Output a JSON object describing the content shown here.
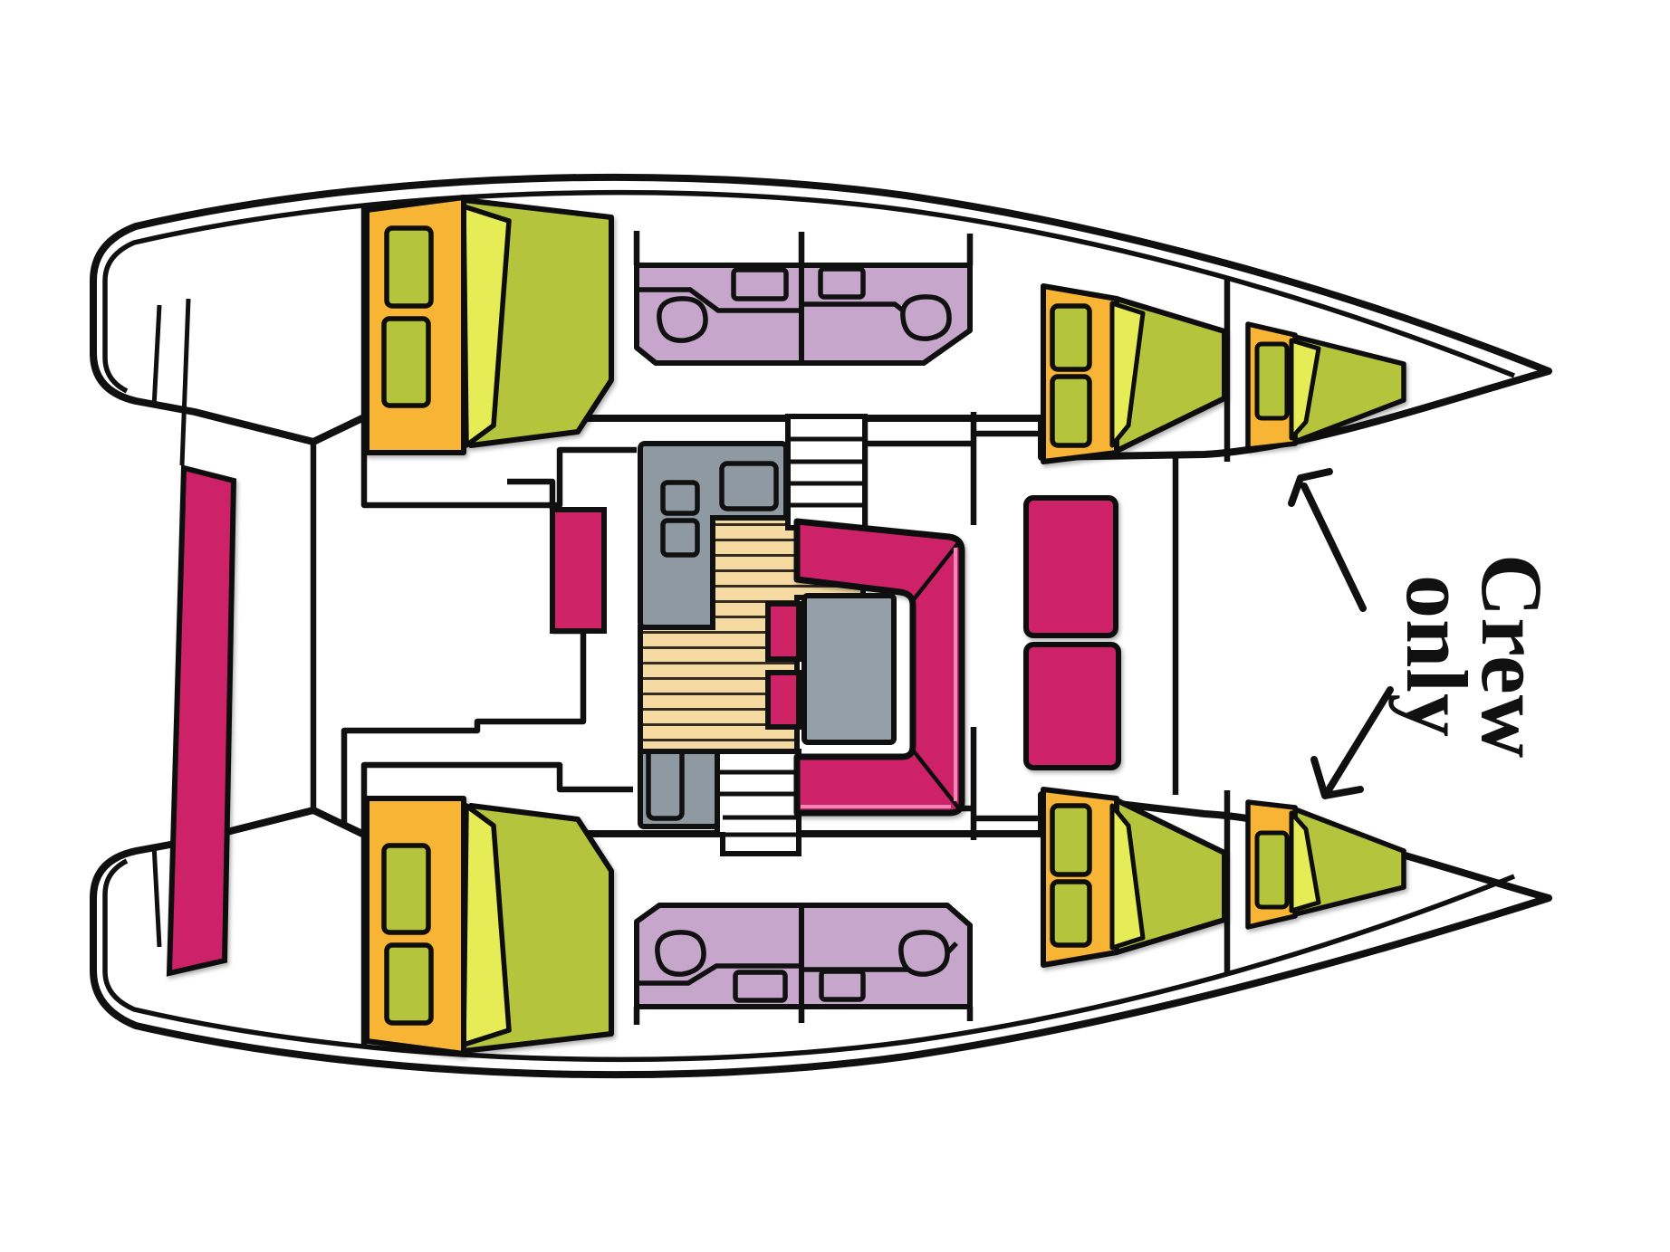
{
  "diagram": {
    "type": "boat-floor-plan",
    "subject": "catamaran deck and cabin layout, bows pointing right",
    "annotation": {
      "line1": "Crew",
      "line2": "only"
    }
  },
  "colors": {
    "line": "#101010",
    "hull_fill": "#ffffff",
    "bed_green": "#b5c43c",
    "blanket_fold": "#e6ec55",
    "headboard_yellow": "#f7b435",
    "bathroom_purple": "#c7a6cc",
    "upholstery_pink": "#ce2467",
    "upholstery_pink_light": "#ef86b5",
    "counter_gray": "#8e99a2",
    "table_gray": "#949fa8",
    "floor_tan": "#f5dba2",
    "floor_plank_line": "#342b22"
  },
  "rooms": [
    "aft-port-cabin",
    "aft-starboard-cabin",
    "port-bathroom",
    "starboard-bathroom",
    "forward-port-cabin",
    "forward-starboard-cabin",
    "port-crew-berth",
    "starboard-crew-berth",
    "saloon",
    "galley",
    "aft-cockpit",
    "forward-cockpit"
  ]
}
